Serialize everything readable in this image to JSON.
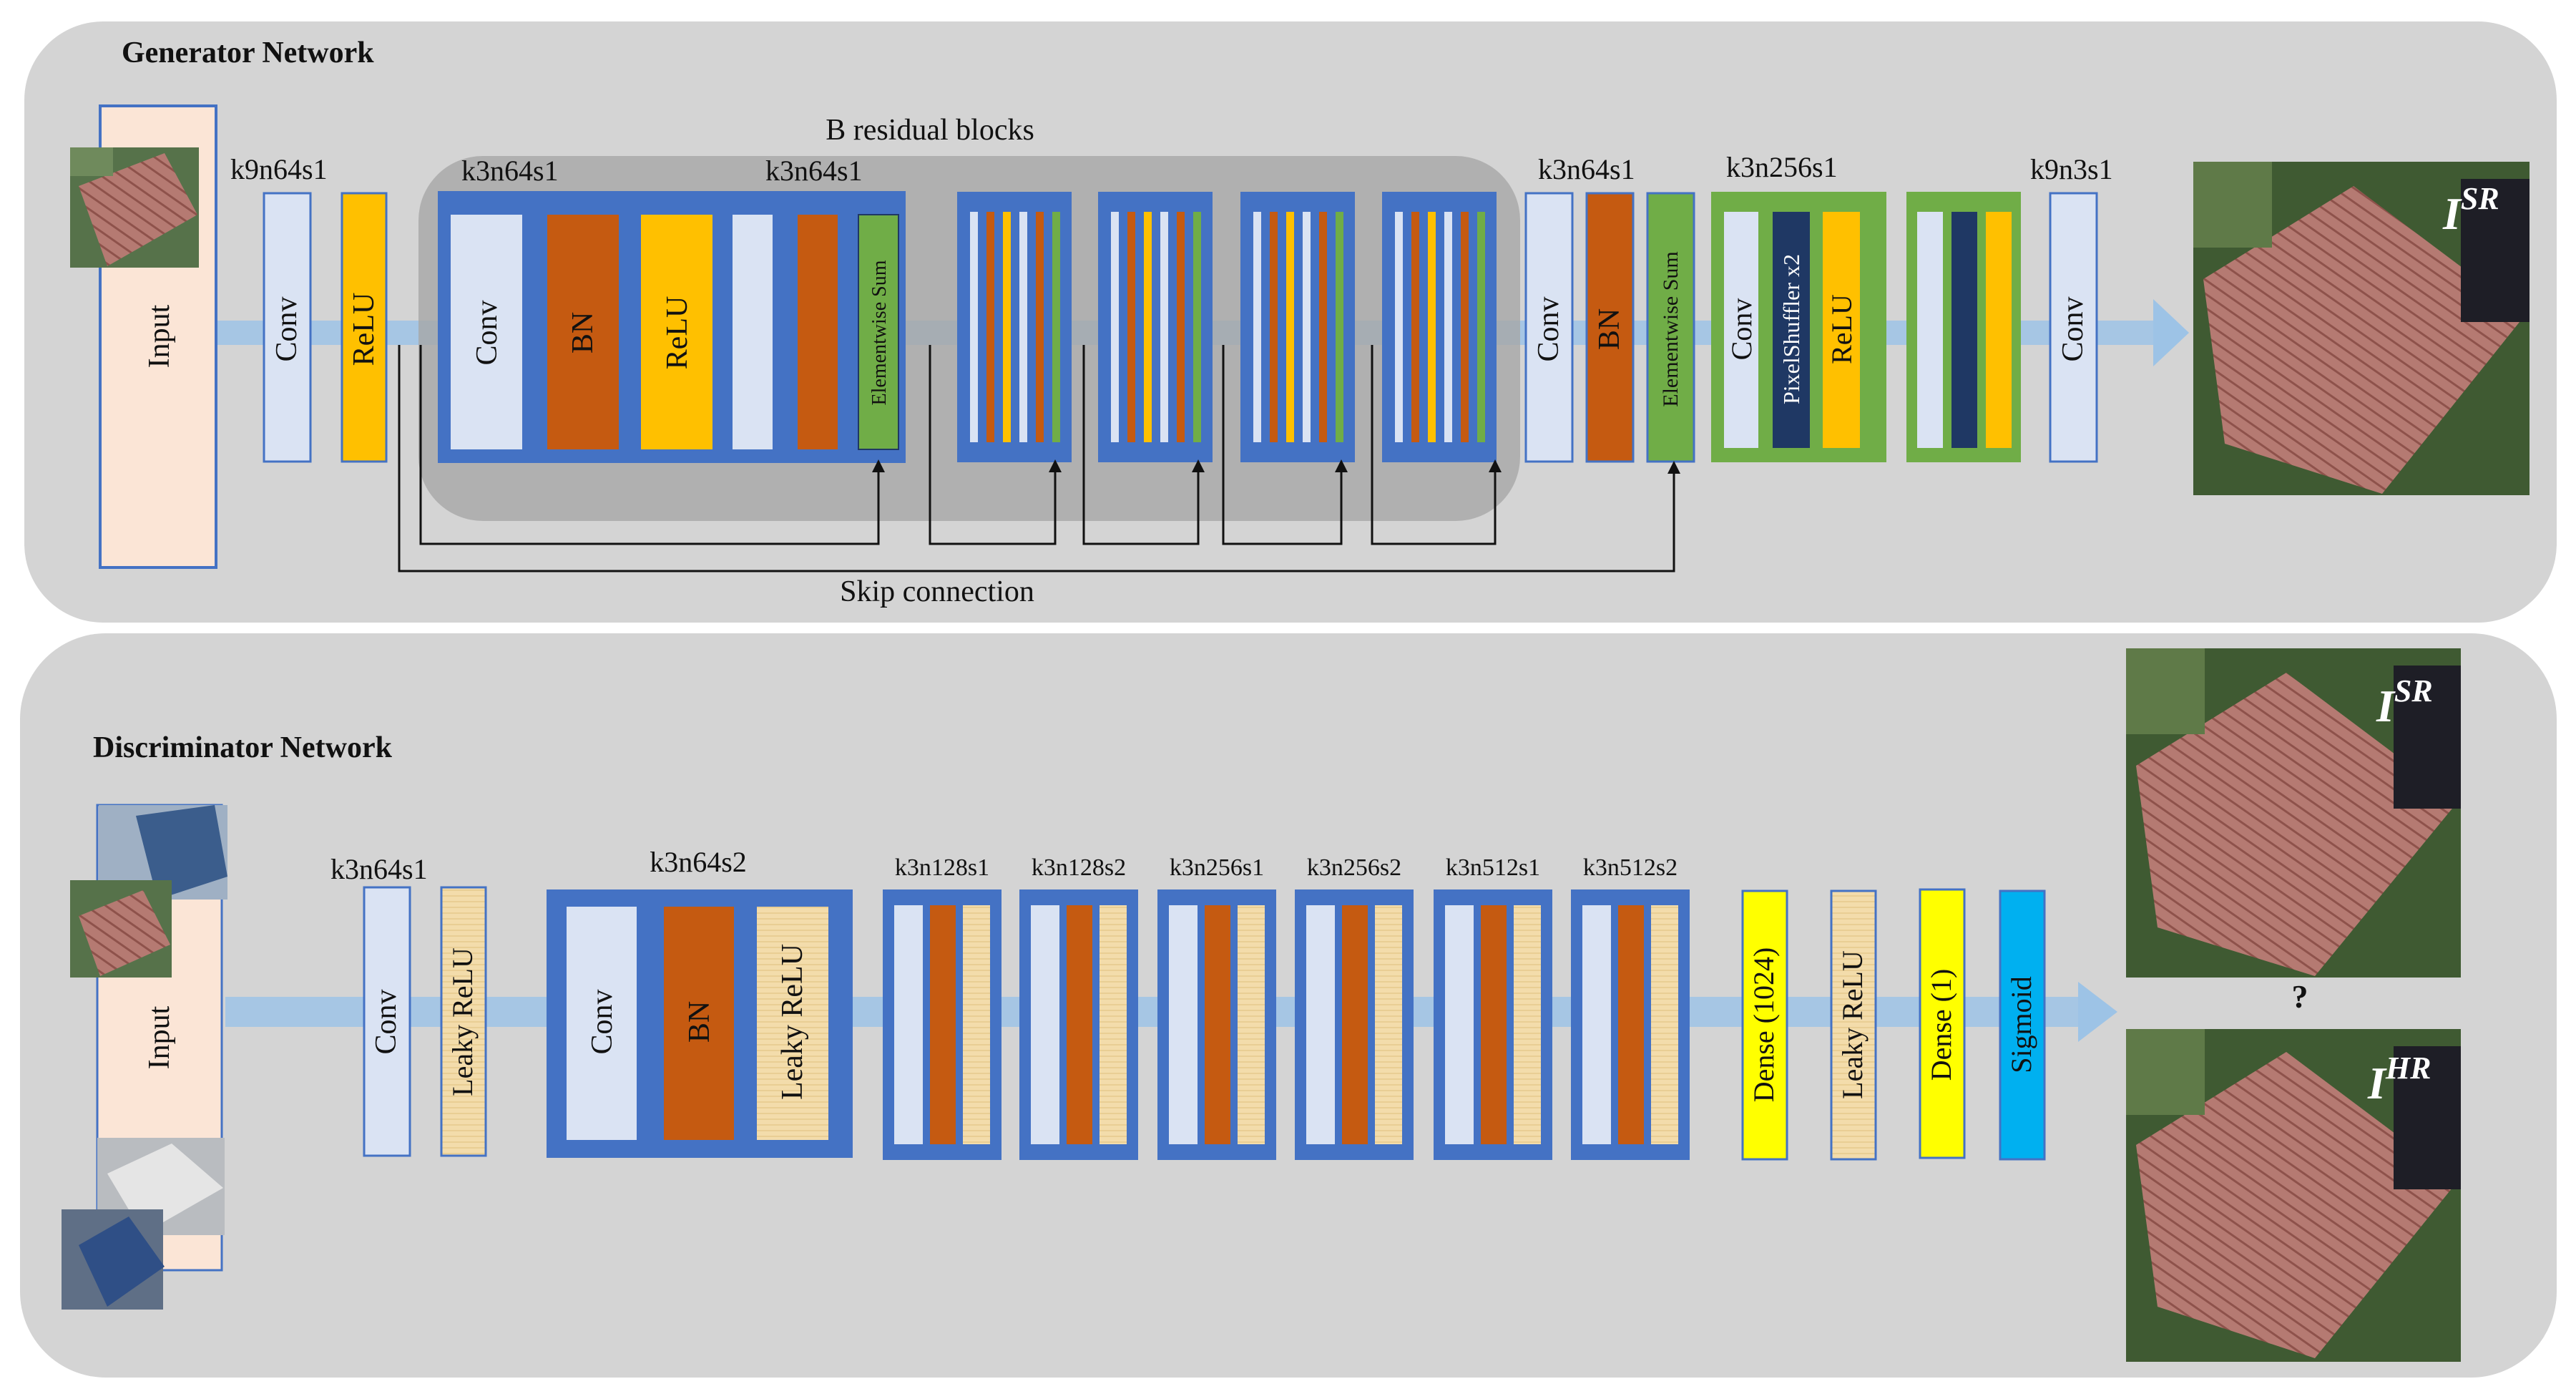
{
  "generator": {
    "title": "Generator Network",
    "input_label": "Input",
    "residual_title": "B residual blocks",
    "skip_label": "Skip connection",
    "k_first": "k9n64s1",
    "k_res_a": "k3n64s1",
    "k_res_b": "k3n64s1",
    "k_post": "k3n64s1",
    "k_up": "k3n256s1",
    "k_last": "k9n3s1",
    "conv": "Conv",
    "relu": "ReLU",
    "bn": "BN",
    "esum": "Elementwise Sum",
    "pixelshuffler": "PixelShuffler x2",
    "output_symbol": "I",
    "output_sup": "SR"
  },
  "discriminator": {
    "title": "Discriminator Network",
    "input_label": "Input",
    "k_first": "k3n64s1",
    "k_block": "k3n64s2",
    "k_blocks": [
      "k3n128s1",
      "k3n128s2",
      "k3n256s1",
      "k3n256s2",
      "k3n512s1",
      "k3n512s2"
    ],
    "conv": "Conv",
    "leaky": "Leaky ReLU",
    "bn": "BN",
    "dense1024": "Dense (1024)",
    "dense1": "Dense (1)",
    "sigmoid": "Sigmoid",
    "question": "?",
    "out_sr_symbol": "I",
    "out_sr_sup": "SR",
    "out_hr_symbol": "I",
    "out_hr_sup": "HR"
  },
  "colors": {
    "panel": "#d4d4d4",
    "block_blue": "#4472c4",
    "light_blue": "#dae3f3",
    "orange": "#c55a11",
    "yellow": "#ffc000",
    "green": "#70ad47",
    "navy": "#1f3864",
    "input_pink": "#fbe5d6",
    "bright_yellow": "#ffff00",
    "cyan": "#00b0f0",
    "tan": "#f3dcab"
  }
}
